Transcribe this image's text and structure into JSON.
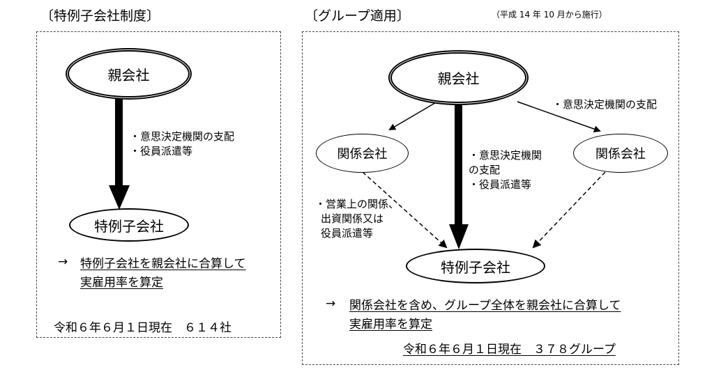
{
  "left": {
    "title": "〔特例子会社制度〕",
    "parent": "親会社",
    "child": "特例子会社",
    "labels": [
      "・意思決定機関の支配",
      "・役員派遣等"
    ],
    "result_arrow": "→",
    "result_lines": [
      "特例子会社を親会社に合算して",
      "実雇用率を算定"
    ],
    "count": "令和６年６月１日現在　６１４社"
  },
  "right": {
    "title": "〔グループ適用〕",
    "note": "（平成 14 年 10 月から施行）",
    "parent": "親会社",
    "affiliate_left": "関係会社",
    "affiliate_right": "関係会社",
    "child": "特例子会社",
    "label_topright": "・意思決定機関の支配",
    "label_center": [
      "・意思決定機関",
      "の支配",
      "・役員派遣等"
    ],
    "label_left": [
      "・営業上の関係、",
      "出資関係又は",
      "役員派遣等"
    ],
    "result_arrow": "→",
    "result_lines": [
      "関係会社を含め、グループ全体を親会社に合算して",
      "実雇用率を算定"
    ],
    "count": "令和６年６月１日現在　３７８グループ"
  }
}
